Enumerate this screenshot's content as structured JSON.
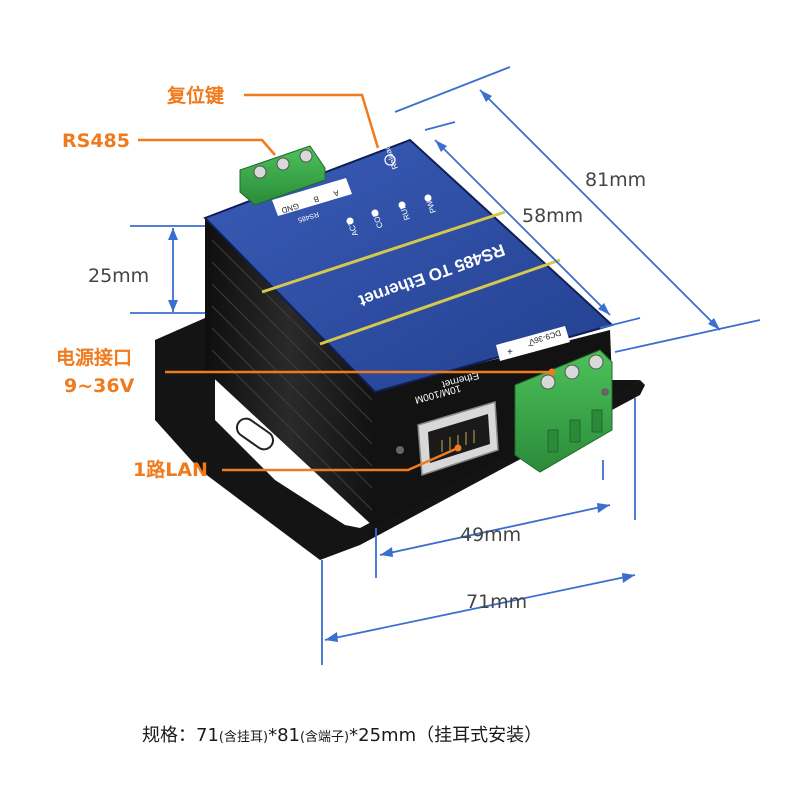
{
  "callouts": {
    "reset_key": "复位键",
    "rs485": "RS485",
    "power_port": "电源接口",
    "power_range": "9~36V",
    "lan": "1路LAN"
  },
  "dimensions": {
    "depth_total": "81mm",
    "depth_body": "58mm",
    "height": "25mm",
    "width_body": "49mm",
    "width_total": "71mm"
  },
  "device": {
    "title": "RS485 TO Ethernet",
    "led_labels": [
      "PWR",
      "RUN",
      "COM",
      "ACT"
    ],
    "rs485_terminal": [
      "A",
      "B",
      "GND"
    ],
    "rs485_port_label": "RS485",
    "reload_label": "Reload",
    "ethernet_label": "Ethernet",
    "ethernet_speed": "10M/100M",
    "power_label": "DC9-36V",
    "power_symbols": [
      "+",
      "−"
    ]
  },
  "caption": {
    "prefix": "规格：71",
    "note1": "(含挂耳)",
    "mid": "*81",
    "note2": "(含端子)",
    "suffix": "*25mm（挂耳式安装）"
  },
  "colors": {
    "callout": "#f07a1c",
    "dimension_line": "#3a6fd0",
    "device_blue": "#2f4fa8",
    "stripe_yellow": "#d6c84a",
    "terminal_green": "#3aa64a",
    "enclosure": "#151515"
  }
}
